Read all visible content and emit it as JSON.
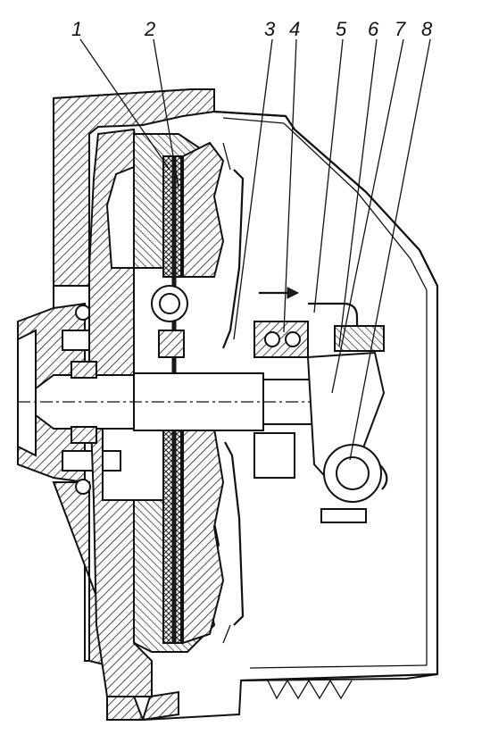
{
  "figure": {
    "callouts": [
      "1",
      "2",
      "3",
      "4",
      "5",
      "6",
      "7",
      "8"
    ]
  },
  "colors": {
    "ink": "#111111",
    "paper": "#ffffff"
  }
}
